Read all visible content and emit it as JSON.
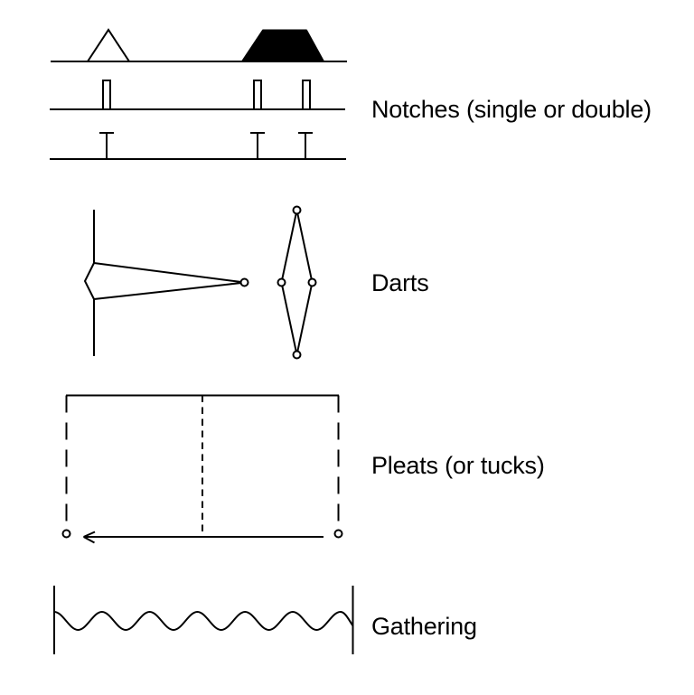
{
  "page": {
    "background_color": "#ffffff",
    "line_color": "#000000",
    "text_color": "#000000"
  },
  "rows": [
    {
      "id": "notches",
      "label": "Notches (single or double)",
      "symbols": [
        "single-notch-triangle-outline",
        "double-notch-trapezoid-filled",
        "slit-notches",
        "t-bar-notches"
      ]
    },
    {
      "id": "darts",
      "label": "Darts",
      "symbols": [
        "open-edge-dart",
        "diamond-dart"
      ]
    },
    {
      "id": "pleats",
      "label": "Pleats (or tucks)",
      "symbols": [
        "pleat-fold-lines-dashed",
        "pleat-direction-arrow"
      ]
    },
    {
      "id": "gathering",
      "label": "Gathering",
      "symbols": [
        "gathering-wavy-line"
      ]
    }
  ]
}
